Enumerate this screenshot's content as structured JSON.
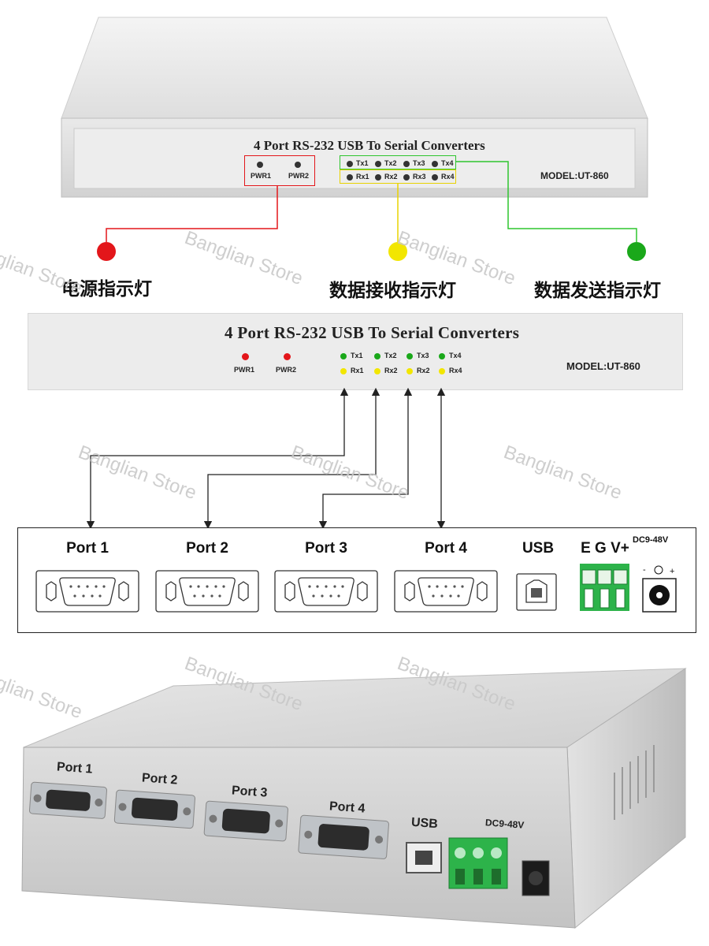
{
  "front_panel": {
    "title": "4 Port RS-232 USB To Serial Converters",
    "model": "MODEL:UT-860",
    "pwr_labels": [
      "PWR1",
      "PWR2"
    ],
    "tx_labels": [
      "Tx1",
      "Tx2",
      "Tx3",
      "Tx4"
    ],
    "rx_labels": [
      "Rx1",
      "Rx2",
      "Rx3",
      "Rx4"
    ]
  },
  "diagram_panel": {
    "title": "4 Port RS-232 USB To Serial Converters",
    "model": "MODEL:UT-860",
    "pwr_labels": [
      "PWR1",
      "PWR2"
    ],
    "tx_labels": [
      "Tx1",
      "Tx2",
      "Tx3",
      "Tx4"
    ],
    "rx_labels": [
      "Rx1",
      "Rx2",
      "Rx2",
      "Rx4"
    ]
  },
  "legend": {
    "power": "电源指示灯",
    "receive": "数据接收指示灯",
    "send": "数据发送指示灯"
  },
  "rear_panel": {
    "ports": [
      "Port 1",
      "Port 2",
      "Port 3",
      "Port 4"
    ],
    "usb": "USB",
    "terminal": "E G V+",
    "dc": "DC9-48V"
  },
  "photo_rear": {
    "ports": [
      "Port 1",
      "Port 2",
      "Port 3",
      "Port 4"
    ],
    "usb": "USB",
    "dc": "DC9-48V"
  },
  "watermark": "Banglian Store",
  "colors": {
    "power_led": "#e3161a",
    "rx_led": "#f2e600",
    "tx_led": "#1aa81a",
    "terminal_green": "#2db34a"
  }
}
